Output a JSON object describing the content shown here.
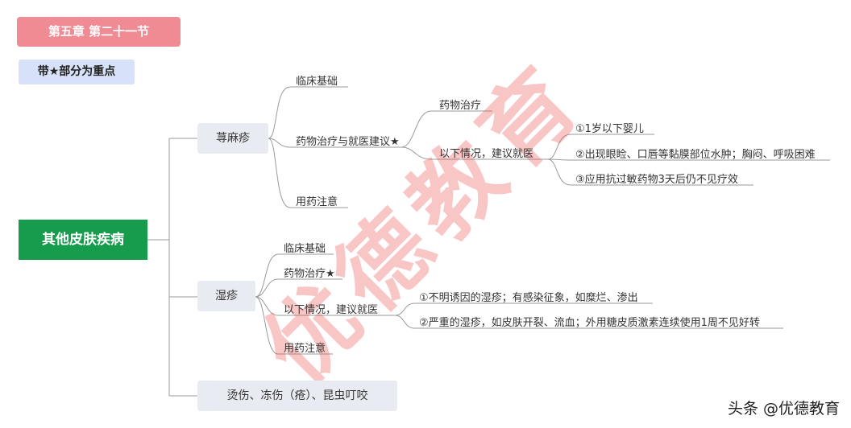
{
  "chapter_badge": "第五章  第二十一节",
  "legend_badge": "带★部分为重点",
  "root": "其他皮肤疾病",
  "branches": {
    "urticaria": {
      "label": "荨麻疹",
      "items": {
        "basics": "临床基础",
        "treatment": "药物治疗与就医建议★",
        "drug": "药物治疗",
        "visit": "以下情况，建议就医",
        "cases": [
          "①1岁以下婴儿",
          "②出现眼睑、口唇等黏膜部位水肿；胸闷、呼吸困难",
          "③应用抗过敏药物3天后仍不见疗效"
        ],
        "caution": "用药注意"
      }
    },
    "eczema": {
      "label": "湿疹",
      "items": {
        "basics": "临床基础",
        "drug": "药物治疗★",
        "visit": "以下情况，建议就医",
        "cases": [
          "①不明诱因的湿疹；有感染征象，如糜烂、渗出",
          "②严重的湿疹，如皮肤开裂、流血；外用糖皮质激素连续使用1周不见好转"
        ],
        "caution": "用药注意"
      }
    },
    "burns": {
      "label": "烫伤、冻伤（疮）、昆虫叮咬"
    }
  },
  "watermark": "优德教育",
  "credit": "头条 @优德教育",
  "colors": {
    "chapter_badge": "#f08a93",
    "legend_badge": "#d7e1f7",
    "root": "#169c4c",
    "branch_box": "#e8ebf1",
    "line": "#9a9a9a",
    "watermark": "#ee5252"
  }
}
